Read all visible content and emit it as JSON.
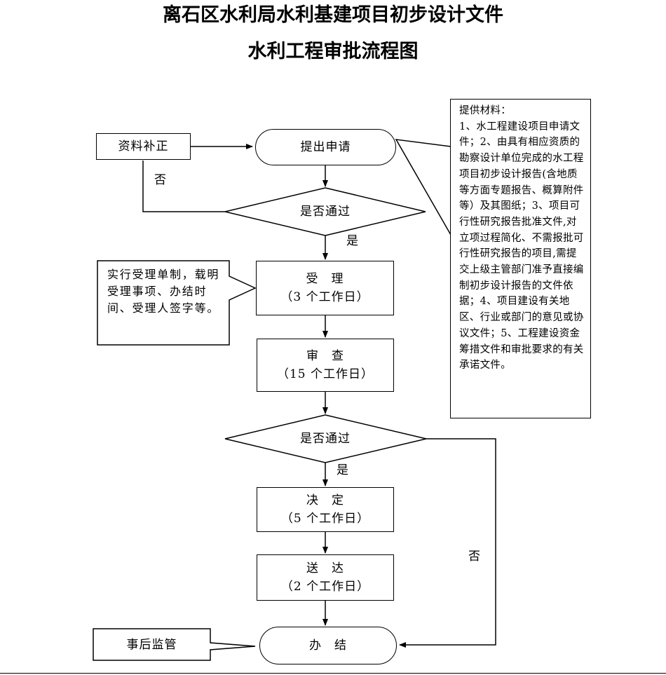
{
  "title": {
    "line1": "离石区水利局水利基建项目初步设计文件",
    "line2": "水利工程审批流程图"
  },
  "nodes": {
    "supplement": "资料补正",
    "apply": "提出申请",
    "check1": "是否通过",
    "accept": {
      "name": "受　理",
      "days": "（3 个工作日）"
    },
    "review": {
      "name": "审　查",
      "days": "（15 个工作日）"
    },
    "check2": "是否通过",
    "decide": {
      "name": "决　定",
      "days": "（5 个工作日）"
    },
    "deliver": {
      "name": "送　达",
      "days": "（2 个工作日）"
    },
    "finish": "办　结",
    "supervise": "事后监管"
  },
  "edges": {
    "no1": "否",
    "yes1": "是",
    "yes2": "是",
    "no2": "否"
  },
  "accept_note": "实行受理单制，载明受理事项、办结时间、受理人签字等。",
  "materials": {
    "heading": "提供材料：",
    "body": "1、水工程建设项目申请文件；2、由具有相应资质的勘察设计单位完成的水工程项目初步设计报告(含地质等方面专题报告、概算附件等）及其图纸；3、项目可行性研究报告批准文件,对立项过程简化、不需报批可行性研究报告的项目,需提交上级主管部门准予直接编制初步设计报告的文件依据；4、项目建设有关地区、行业或部门的意见或协议文件；5、工程建设资金筹措文件和审批要求的有关承诺文件。"
  }
}
